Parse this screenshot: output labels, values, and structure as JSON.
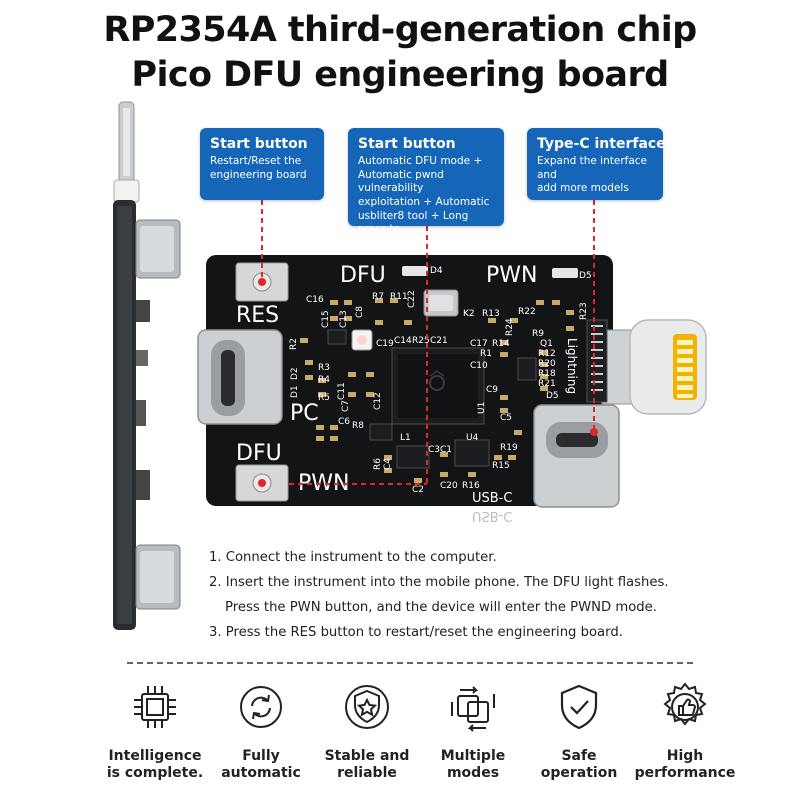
{
  "title": {
    "line1": "RP2354A third-generation chip",
    "line2": "Pico DFU engineering board"
  },
  "callouts": [
    {
      "heading": "Start button",
      "body": "Restart/Reset the\nengineering board"
    },
    {
      "heading": "Start button",
      "body": "Automatic DFU mode +\nAutomatic pwnd vulnerability\nexploitation + Automatic\nusbliter8 tool + Long press to\nrestart the phone."
    },
    {
      "heading": "Type-C interface",
      "body": "Expand the interface and\nadd more models"
    }
  ],
  "board": {
    "labels": {
      "dfu_top": "DFU",
      "pwn_top": "PWN",
      "res": "RES",
      "pc": "PC",
      "dfu_bottom": "DFU",
      "pwn_bottom": "PWN",
      "usbc": "USB-C",
      "usbc_mirror": "USB-C",
      "lightning": "Lightning",
      "d4": "D4",
      "d5": "D5"
    },
    "components": [
      "C16",
      "C15",
      "C13",
      "C8",
      "R7",
      "R11",
      "C22",
      "K2",
      "R13",
      "R22",
      "R24",
      "R23",
      "R9",
      "C19",
      "C14",
      "R25",
      "C21",
      "C17",
      "R14",
      "Q1",
      "R12",
      "R20",
      "R18",
      "R21",
      "C10",
      "R2",
      "D1",
      "D2",
      "R3",
      "R4",
      "R5",
      "C11",
      "C12",
      "C7",
      "R8",
      "R6",
      "C6",
      "C4",
      "C3",
      "C1",
      "U4",
      "C5",
      "R15",
      "R16",
      "C20",
      "C2",
      "L1",
      "U1",
      "C9",
      "R19",
      "D5",
      "R1"
    ]
  },
  "instructions": [
    "1. Connect the instrument to the computer.",
    "2. Insert the instrument into the mobile phone. The DFU light flashes.",
    "Press the PWN button, and the device will enter the PWND mode.",
    "3. Press the RES button to restart/reset the engineering board."
  ],
  "features": [
    {
      "label": "Intelligence\nis complete.",
      "icon": "chip-icon"
    },
    {
      "label": "Fully\nautomatic",
      "icon": "refresh-cycle-icon"
    },
    {
      "label": "Stable and\nreliable",
      "icon": "shield-star-icon"
    },
    {
      "label": "Multiple\nmodes",
      "icon": "layers-arrows-icon"
    },
    {
      "label": "Safe\noperation",
      "icon": "shield-check-icon"
    },
    {
      "label": "High\nperformance",
      "icon": "gear-thumbs-up-icon"
    }
  ],
  "colors": {
    "callout_blue": "#1566b8",
    "pcb_black": "#131416",
    "silkscreen": "#ffffff",
    "red_dashed": "#e0252b",
    "led_red": "#ff3a3a",
    "lightning_gold": "#f0b400"
  }
}
